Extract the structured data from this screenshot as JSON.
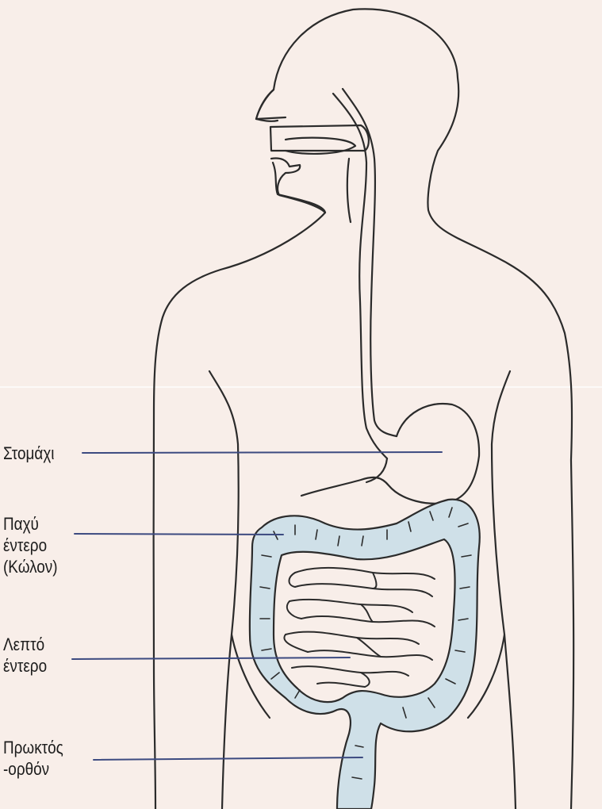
{
  "labels": {
    "stomach": [
      "Στομάχι"
    ],
    "large_intestine": [
      "Παχύ",
      "έντερο",
      "(Κώλον)"
    ],
    "small_intestine": [
      "Λεπτό",
      "έντερο"
    ],
    "rectum": [
      "Πρωκτός",
      "-ορθόν"
    ]
  },
  "colors": {
    "background": "#f8eee9",
    "outline": "#2b2b2b",
    "leader_line": "#3c4a80",
    "intestine_fill": "#cfe0e8",
    "label_text": "#1c1c1c"
  }
}
